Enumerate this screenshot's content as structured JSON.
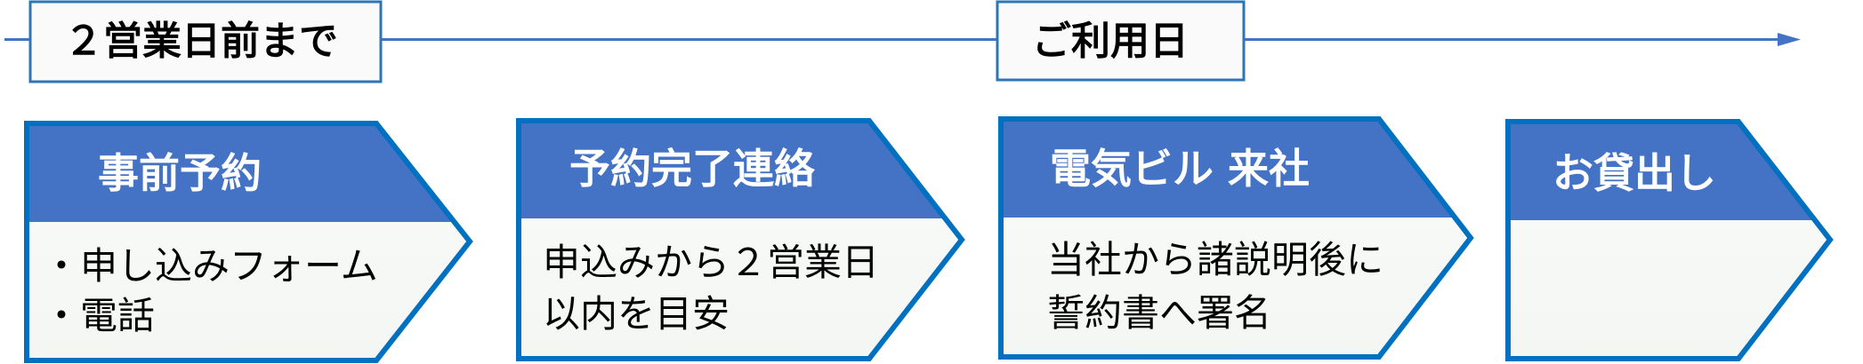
{
  "timeline": {
    "markers": [
      "２営業日前まで",
      "ご利用日"
    ]
  },
  "steps": [
    {
      "title": "事前予約",
      "lines": [
        "・申し込みフォーム",
        "・電話"
      ]
    },
    {
      "title": "予約完了連絡",
      "lines": [
        "申込みから２営業日",
        "以内を目安"
      ]
    },
    {
      "title": "電気ビル 来社",
      "lines": [
        "当社から諸説明後に",
        "誓約書へ署名"
      ]
    },
    {
      "title": "お貸出し",
      "lines": []
    }
  ],
  "colors": {
    "header": "#4472C4",
    "border": "#0070C0",
    "line": "#4472C4",
    "marker_border": "#2E75B6"
  }
}
